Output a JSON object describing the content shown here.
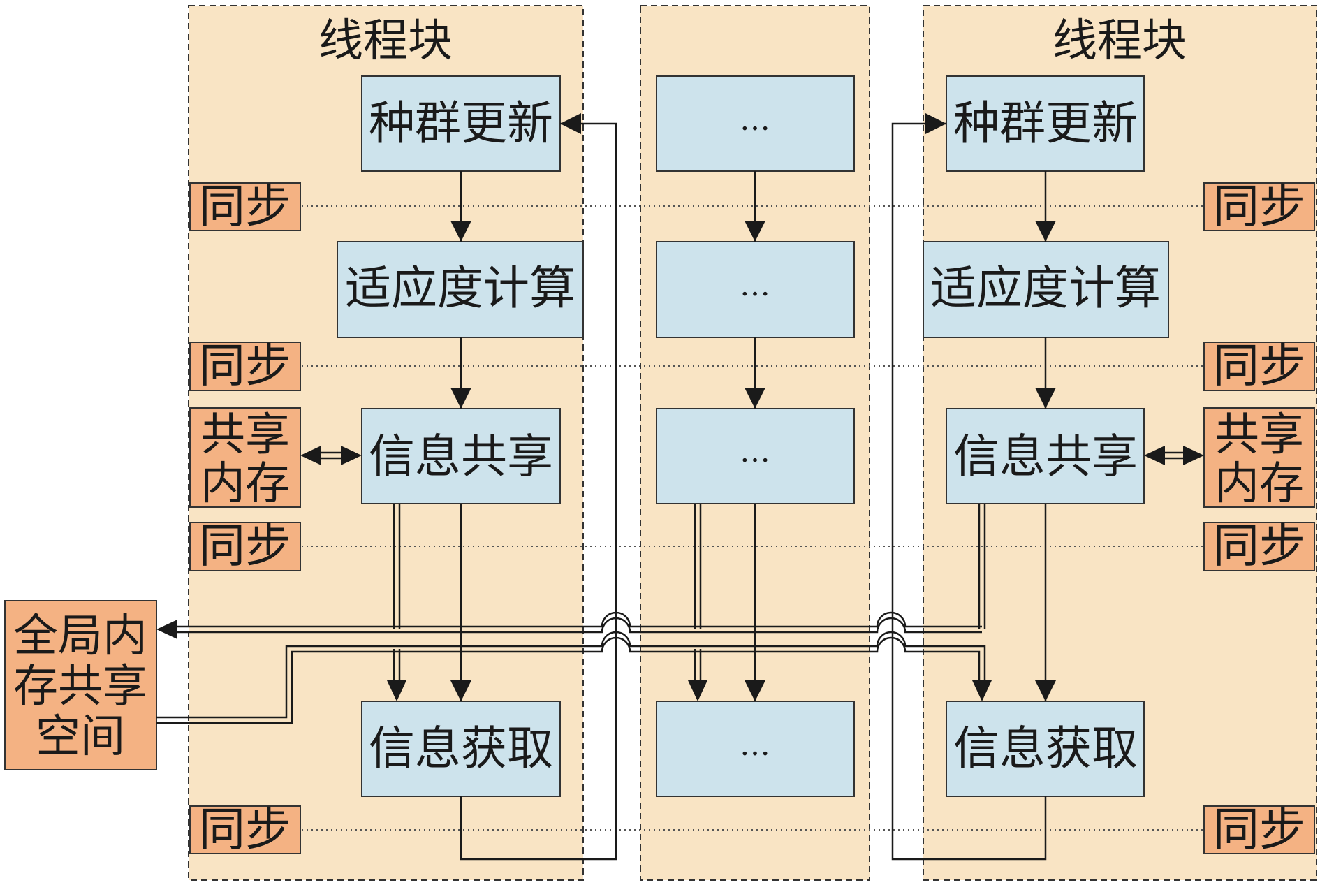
{
  "colors": {
    "thread_block_fill": "#f9e4c4",
    "process_box_fill": "#cde3ec",
    "sync_box_fill": "#f4b283",
    "line": "#1a1a1a"
  },
  "thread_blocks": [
    {
      "title": "线程块"
    },
    {
      "title": ""
    },
    {
      "title": "线程块"
    }
  ],
  "columns": [
    {
      "population_update": "种群更新",
      "fitness_calc": "适应度计算",
      "info_sharing": "信息共享",
      "info_retrieval": "信息获取"
    },
    {
      "population_update": "…",
      "fitness_calc": "…",
      "info_sharing": "…",
      "info_retrieval": "…"
    },
    {
      "population_update": "种群更新",
      "fitness_calc": "适应度计算",
      "info_sharing": "信息共享",
      "info_retrieval": "信息获取"
    }
  ],
  "sync_label": "同步",
  "shared_memory": {
    "line1": "共享",
    "line2": "内存"
  },
  "global_memory": {
    "line1": "全局内",
    "line2": "存共享",
    "line3": "空间"
  }
}
